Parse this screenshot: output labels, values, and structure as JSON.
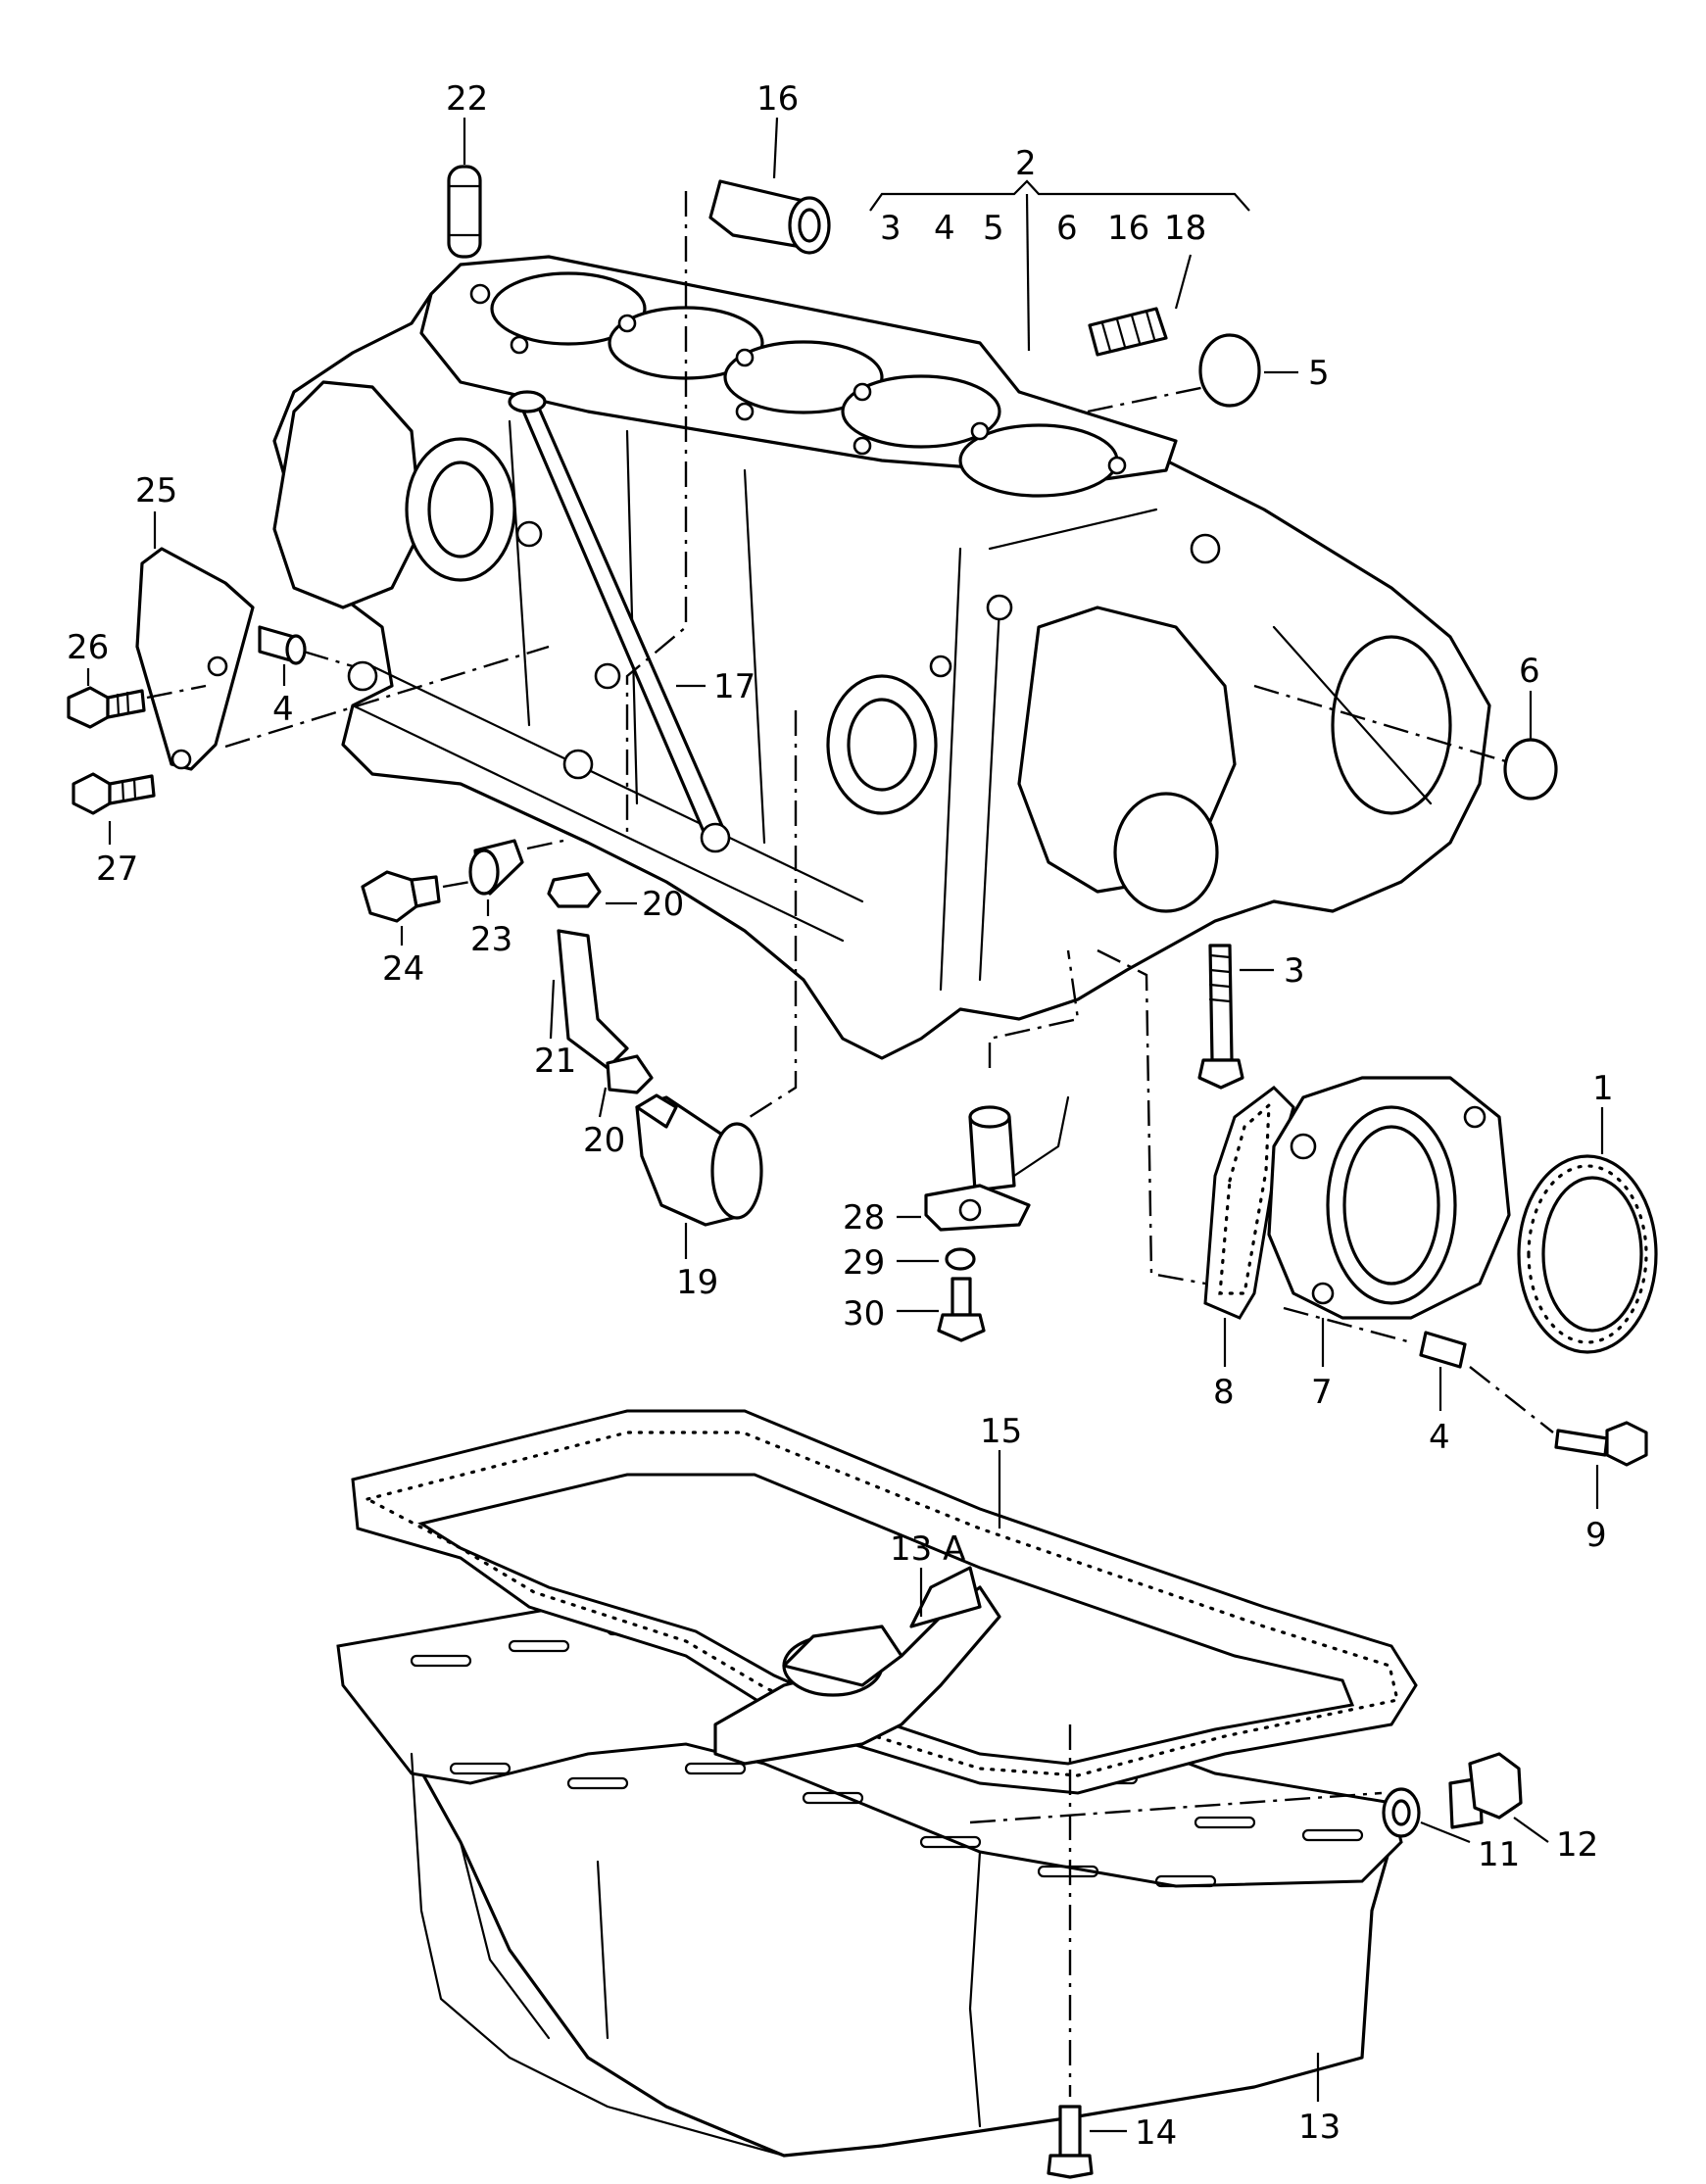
{
  "callouts": {
    "c1": "1",
    "c2": "2",
    "c2_sub": [
      "3",
      "4",
      "5",
      "6",
      "16",
      "18"
    ],
    "c3": "3",
    "c4a": "4",
    "c4b": "4",
    "c5": "5",
    "c6": "6",
    "c7": "7",
    "c8": "8",
    "c9": "9",
    "c11": "11",
    "c12": "12",
    "c13": "13",
    "c13a": "13 A",
    "c14": "14",
    "c15": "15",
    "c16": "16",
    "c17": "17",
    "c18": "18",
    "c19": "19",
    "c20a": "20",
    "c20b": "20",
    "c21": "21",
    "c22": "22",
    "c23": "23",
    "c24": "24",
    "c25": "25",
    "c26": "26",
    "c27": "27",
    "c28": "28",
    "c29": "29",
    "c30": "30"
  }
}
